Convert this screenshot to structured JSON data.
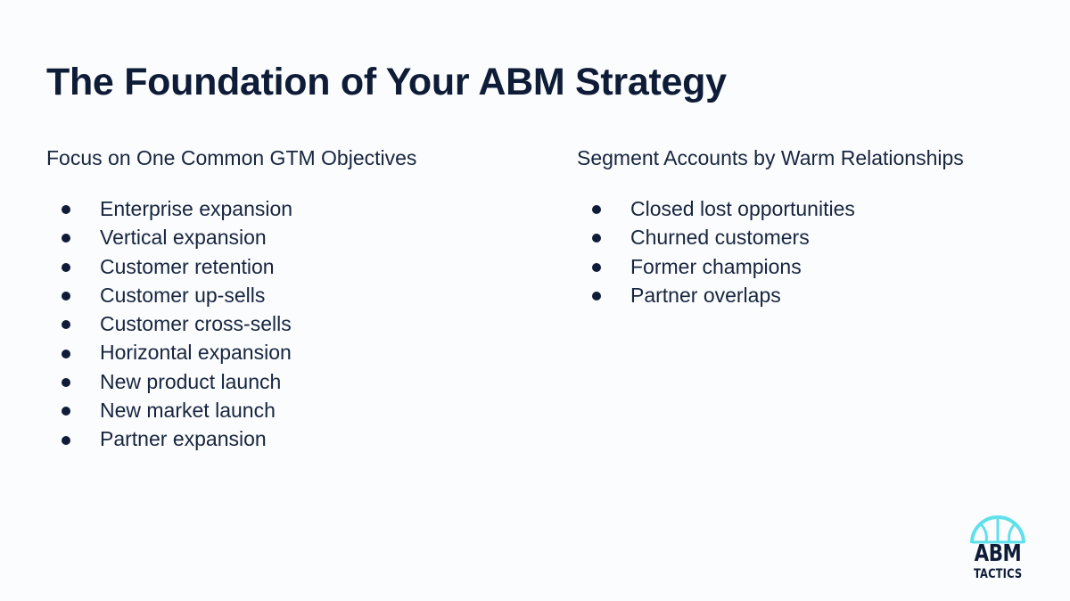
{
  "slide": {
    "title": "The Foundation of Your ABM Strategy",
    "background_color": "#fbfcfd",
    "text_color": "#0e1c38",
    "accent_color": "#5fe0ea"
  },
  "left_column": {
    "heading": "Focus on One Common GTM Objectives",
    "items": [
      {
        "label": "Enterprise expansion"
      },
      {
        "label": "Vertical expansion"
      },
      {
        "label": "Customer retention"
      },
      {
        "label": "Customer up-sells"
      },
      {
        "label": "Customer cross-sells"
      },
      {
        "label": "Horizontal expansion"
      },
      {
        "label": "New product launch"
      },
      {
        "label": "New market launch"
      },
      {
        "label": "Partner expansion"
      }
    ]
  },
  "right_column": {
    "heading": "Segment Accounts by Warm Relationships",
    "items": [
      {
        "label": "Closed lost opportunities"
      },
      {
        "label": "Churned customers"
      },
      {
        "label": "Former champions"
      },
      {
        "label": "Partner overlaps"
      }
    ]
  },
  "logo": {
    "icon": "basketball-arc-icon",
    "line1": "ABM",
    "line2": "TACTICS"
  }
}
